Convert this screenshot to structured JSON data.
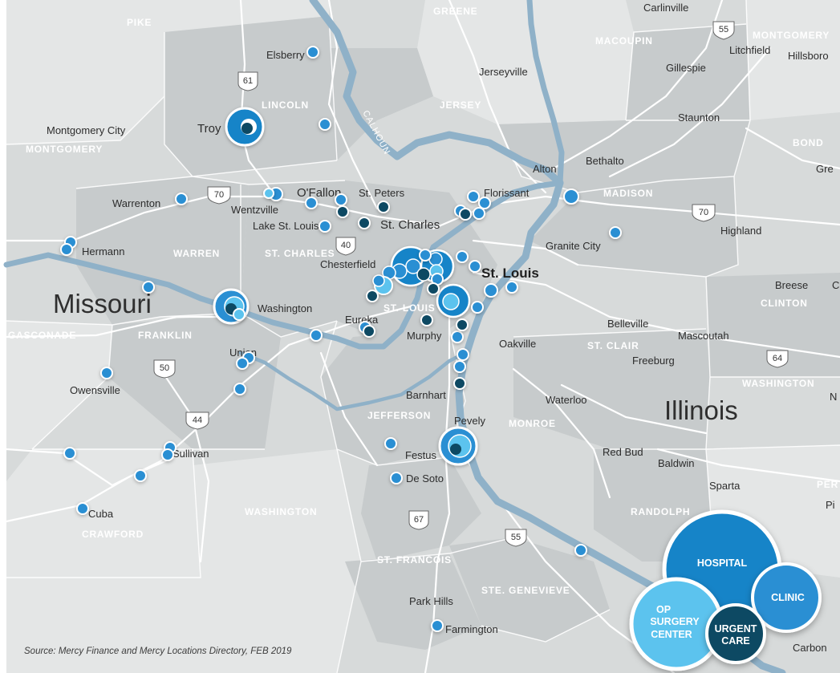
{
  "source_note": "Source: Mercy Finance and Mercy Locations Directory, FEB 2019",
  "colors": {
    "hospital": "#1784c8",
    "clinic": "#2a8fd3",
    "op_surgery": "#5bc3ee",
    "urgent_care": "#0f4a63",
    "land_dark": "#cdd1d2",
    "land_light": "#e2e4e4",
    "river": "#8fb1c8",
    "road": "#ffffff"
  },
  "states": {
    "missouri": "Missouri",
    "illinois": "Illinois"
  },
  "counties": {
    "pike": "PIKE",
    "greene": "GREENE",
    "macoupin": "MACOUPIN",
    "montgomery_il": "MONTGOMERY",
    "lincoln": "LINCOLN",
    "jersey": "JERSEY",
    "montgomery_mo": "MONTGOMERY",
    "bond": "BOND",
    "madison": "MADISON",
    "warren": "WARREN",
    "st_charles": "ST. CHARLES",
    "clinton": "CLINTON",
    "gasconade": "GASCONADE",
    "franklin": "FRANKLIN",
    "st_louis": "ST. LOUIS",
    "st_clair": "ST. CLAIR",
    "washington_il": "WASHINGTON",
    "jefferson": "JEFFERSON",
    "monroe": "MONROE",
    "crawford": "CRAWFORD",
    "washington_mo": "WASHINGTON",
    "randolph": "RANDOLPH",
    "st_francois": "ST. FRANCOIS",
    "ste_genevieve": "STE. GENEVIEVE",
    "perry_partial": "PER"
  },
  "rivers": {
    "calhoun": "CALHOUN"
  },
  "cities": {
    "carlinville": "Carlinville",
    "litchfield": "Litchfield",
    "hillsboro": "Hillsboro",
    "gillespie": "Gillespie",
    "jerseyville": "Jerseyville",
    "elsberry": "Elsberry",
    "staunton": "Staunton",
    "troy": "Troy",
    "montgomery_city": "Montgomery City",
    "alton": "Alton",
    "bethalto": "Bethalto",
    "greenville_partial": "Gre",
    "warrenton": "Warrenton",
    "ofallon": "O'Fallon",
    "st_peters": "St. Peters",
    "florissant": "Florissant",
    "wentzville": "Wentzville",
    "st_charles": "St. Charles",
    "lake_st_louis": "Lake St. Louis",
    "highland": "Highland",
    "hermann": "Hermann",
    "granite_city": "Granite City",
    "chesterfield": "Chesterfield",
    "st_louis": "St. Louis",
    "breese": "Breese",
    "c_partial": "C",
    "washington": "Washington",
    "eureka": "Eureka",
    "belleville": "Belleville",
    "mascoutah": "Mascoutah",
    "murphy": "Murphy",
    "union": "Union",
    "oakville": "Oakville",
    "freeburg": "Freeburg",
    "owensville": "Owensville",
    "barnhart": "Barnhart",
    "waterloo": "Waterloo",
    "n_partial": "N",
    "pevely": "Pevely",
    "sullivan": "Sullivan",
    "festus": "Festus",
    "red_bud": "Red Bud",
    "baldwin": "Baldwin",
    "de_soto": "De Soto",
    "sparta": "Sparta",
    "cuba": "Cuba",
    "pi_partial": "Pi",
    "park_hills": "Park Hills",
    "farmington": "Farmington",
    "carbon_partial": "Carbon"
  },
  "shields": {
    "i55_north": "55",
    "us61": "61",
    "i70_west": "70",
    "i70_east": "70",
    "i40": "40",
    "i64": "64",
    "us50": "50",
    "i44": "44",
    "us67": "67",
    "i55_south": "55"
  },
  "legend": {
    "hospital": "HOSPITAL",
    "clinic": "CLINIC",
    "op_surgery": [
      "OP",
      "SURGERY",
      "CENTER"
    ],
    "urgent_care": [
      "URGENT",
      "CARE"
    ]
  }
}
